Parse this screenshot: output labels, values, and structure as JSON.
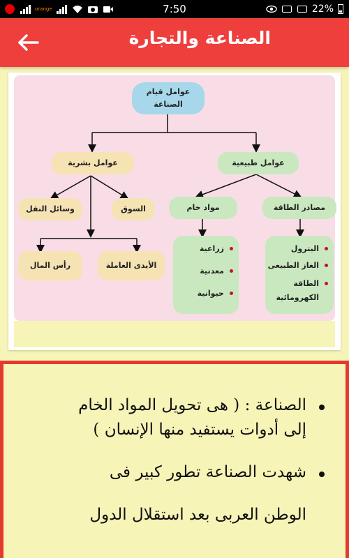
{
  "status_bar": {
    "time": "7:50",
    "battery": "22%",
    "carrier_small": "orange"
  },
  "appbar": {
    "title": "الصناعة والتجارة",
    "back_label": "رجوع"
  },
  "diagram": {
    "root": [
      "عوامل قيام",
      "الصناعة"
    ],
    "natural": "عوامل طبيعية",
    "human": "عوامل بشرية",
    "energy": "مصادر الطاقة",
    "raw": "مواد خام",
    "market": "السوق",
    "transport": "وسائل النقل",
    "labor": "الأيدى العاملة",
    "capital": "رأس المال",
    "energy_items": [
      "البترول",
      "الغاز الطبيعى",
      "الطاقة",
      "الكهرومائية"
    ],
    "raw_items": [
      "زراعية",
      "معدنية",
      "حيوانية"
    ]
  },
  "text": {
    "bullet1": [
      "الصناعة : ( هى تحويل المواد الخام",
      "إلى أدوات يستفيد منها الإنسان )"
    ],
    "bullet2": [
      "شهدت الصناعة تطور كبير فى",
      "الوطن العربى بعد استقلال الدول"
    ]
  }
}
